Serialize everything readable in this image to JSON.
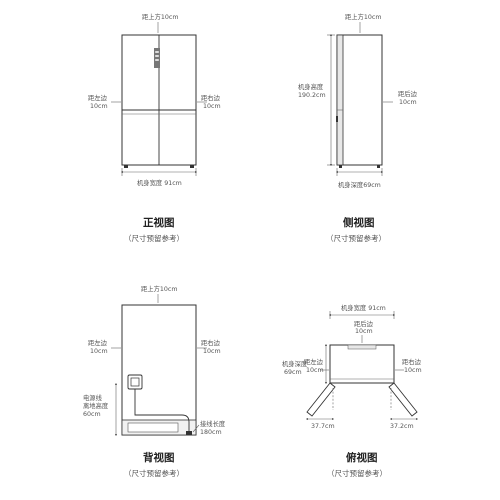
{
  "front": {
    "title": "正视图",
    "subtitle": "（尺寸预留参考）",
    "top_gap": "距上方10cm",
    "left_gap": [
      "距左边",
      "10cm"
    ],
    "right_gap": [
      "距右边",
      "10cm"
    ],
    "width": "机身宽度 91cm"
  },
  "side": {
    "title": "侧视图",
    "subtitle": "（尺寸预留参考）",
    "top_gap": "距上方10cm",
    "height": [
      "机身高度",
      "190.2cm"
    ],
    "back_gap": [
      "距后边",
      "10cm"
    ],
    "depth": "机身深度69cm"
  },
  "back": {
    "title": "背视图",
    "subtitle": "（尺寸预留参考）",
    "top_gap": "距上方10cm",
    "left_gap": [
      "距左边",
      "10cm"
    ],
    "right_gap": [
      "距右边",
      "10cm"
    ],
    "socket_height": [
      "电源线",
      "离地高度",
      "60cm"
    ],
    "cord_length": [
      "接线长度",
      "180cm"
    ]
  },
  "top": {
    "title": "俯视图",
    "subtitle": "（尺寸预留参考）",
    "width": "机身宽度 91cm",
    "back_gap": [
      "距后边",
      "10cm"
    ],
    "depth": [
      "机身深度",
      "69cm"
    ],
    "left_gap": [
      "距左边",
      "10cm"
    ],
    "right_gap": [
      "距右边",
      "10cm"
    ],
    "door_left": "37.7cm",
    "door_right": "37.2cm"
  }
}
